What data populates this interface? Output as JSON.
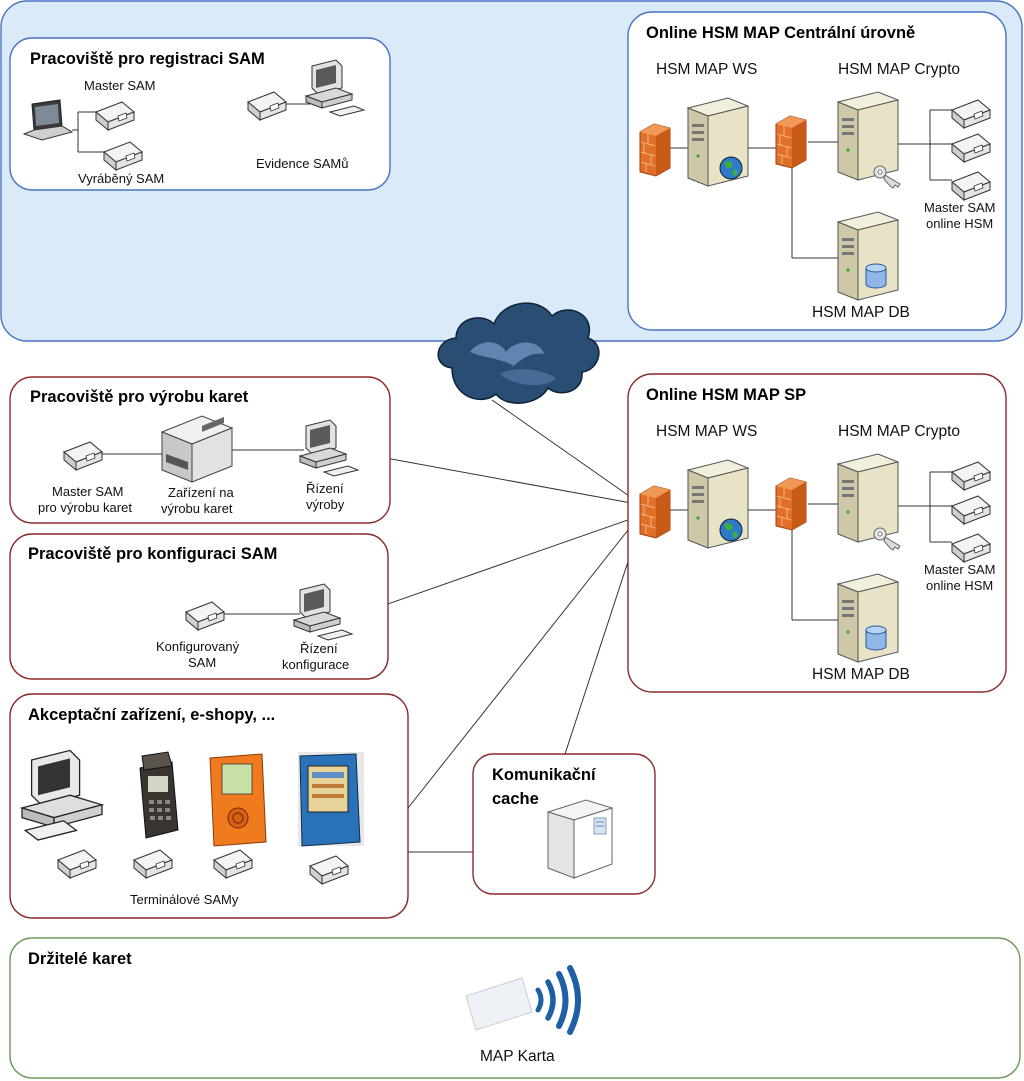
{
  "panels": {
    "registrace": {
      "title": "Pracoviště pro registraci SAM"
    },
    "central": {
      "title": "Online HSM MAP Centrální úrovně"
    },
    "sp": {
      "title": "Online HSM MAP SP"
    },
    "vyroba": {
      "title": "Pracoviště pro výrobu karet"
    },
    "konfigurace": {
      "title": "Pracoviště pro konfiguraci SAM"
    },
    "akceptacni": {
      "title": "Akceptační zařízení, e-shopy, ..."
    },
    "cache": {
      "title_line1": "Komunikační",
      "title_line2": "cache"
    },
    "drzitele": {
      "title": "Držitelé karet"
    }
  },
  "labels": {
    "master_sam": "Master SAM",
    "vyrabeny_sam": "Vyráběný SAM",
    "evidence_samu": "Evidence SAMů",
    "hsm_ws": "HSM MAP WS",
    "hsm_crypto": "HSM MAP Crypto",
    "hsm_db": "HSM MAP DB",
    "master_sam_online_1": "Master SAM",
    "master_sam_online_2": "online HSM",
    "master_vyroba_1": "Master SAM",
    "master_vyroba_2": "pro výrobu karet",
    "zarizeni_1": "Zařízení na",
    "zarizeni_2": "výrobu karet",
    "rizeni_vyroby_1": "Řízení",
    "rizeni_vyroby_2": "výroby",
    "konfigurovany_1": "Konfigurovaný",
    "konfigurovany_2": "SAM",
    "rizeni_konf_1": "Řízení",
    "rizeni_konf_2": "konfigurace",
    "terminalove_samy": "Terminálové SAMy",
    "map_karta": "MAP Karta"
  },
  "colors": {
    "blue_border": "#4a72c4",
    "blue_fill": "#dbeaf8",
    "red_border": "#8b2a2a",
    "green_border": "#6a9a5a",
    "firewall": "#e06820",
    "server": "#e8e2c8",
    "nfc_wave": "#1f5fa6"
  }
}
